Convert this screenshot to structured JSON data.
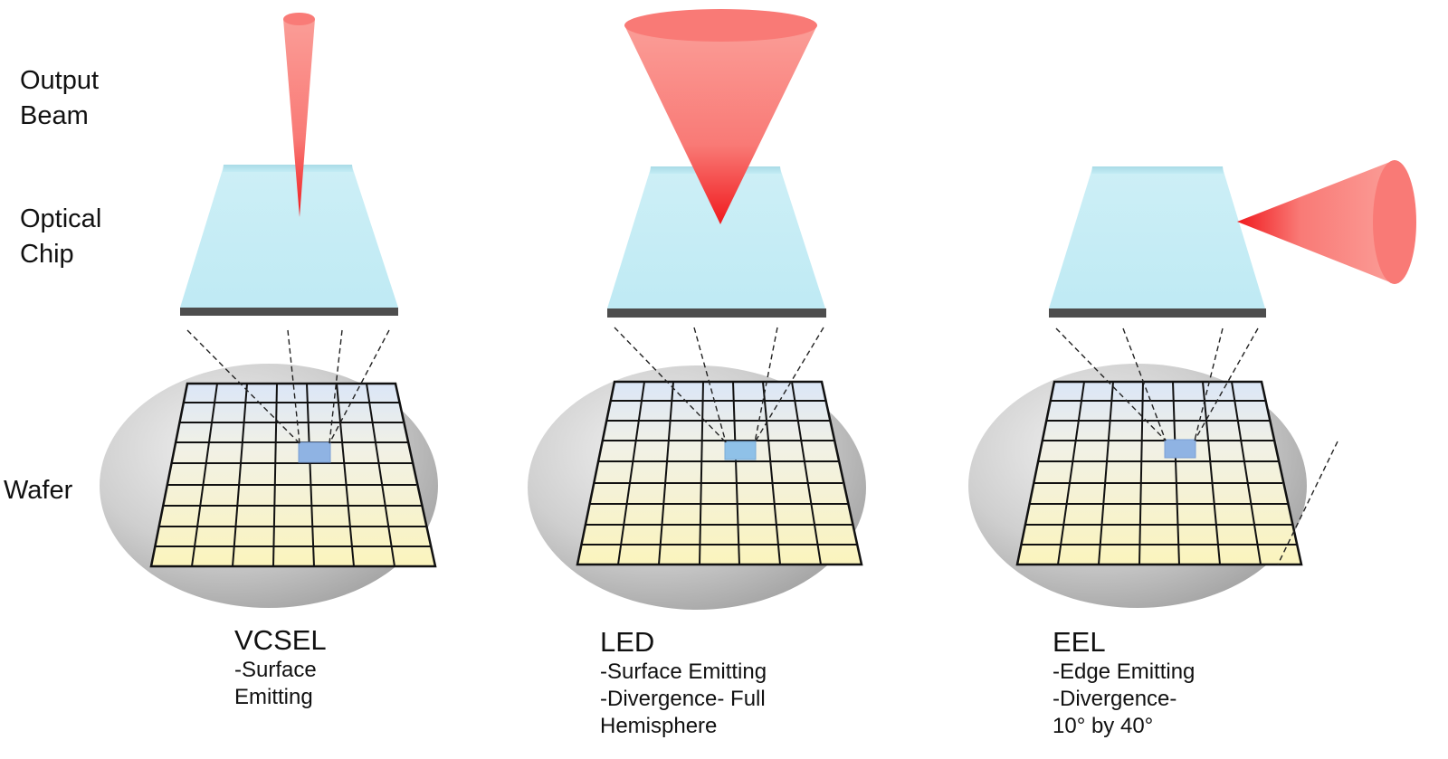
{
  "row_labels": {
    "output_beam": [
      "Output",
      "Beam"
    ],
    "optical_chip": [
      "Optical",
      "Chip"
    ],
    "wafer": "Wafer"
  },
  "devices": [
    {
      "title": "VCSEL",
      "lines": [
        "-Surface",
        "Emitting"
      ]
    },
    {
      "title": "LED",
      "lines": [
        "-Surface Emitting",
        "-Divergence- Full",
        "Hemisphere"
      ]
    },
    {
      "title": "EEL",
      "lines": [
        "-Edge Emitting",
        "-Divergence-",
        "10° by 40°"
      ]
    }
  ],
  "colors": {
    "beam": "#f5565a",
    "chip": "#c8f0f6",
    "wafer": "#c9c9c9",
    "grid_top": "#dde8f7",
    "grid_bottom": "#fbf5c0",
    "die": "#8fb3e3"
  }
}
